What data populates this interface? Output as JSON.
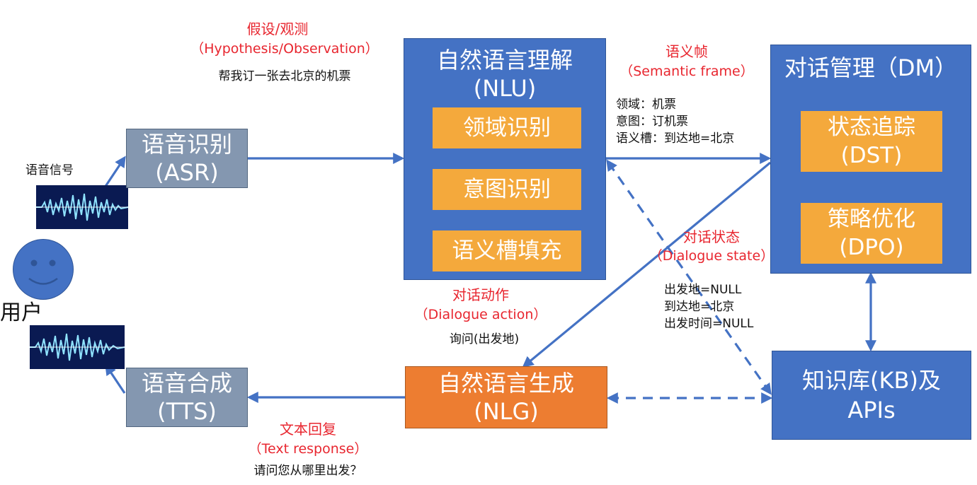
{
  "user": {
    "label": "用户"
  },
  "signal_label": "语音信号",
  "asr": {
    "line1": "语音识别",
    "line2": "(ASR)"
  },
  "tts": {
    "line1": "语音合成",
    "line2": "(TTS)"
  },
  "nlu": {
    "line1": "自然语言理解",
    "line2": "(NLU)",
    "steps": [
      "领域识别",
      "意图识别",
      "语义槽填充"
    ]
  },
  "dm": {
    "title": "对话管理（DM）",
    "dst": {
      "line1": "状态追踪",
      "line2": "(DST)"
    },
    "dpo": {
      "line1": "策略优化",
      "line2": "(DPO)"
    }
  },
  "nlg": {
    "line1": "自然语言生成",
    "line2": "(NLG)"
  },
  "kb": {
    "line1": "知识库(KB)及",
    "line2": "APIs"
  },
  "hypothesis": {
    "title": "假设/观测",
    "subtitle": "（Hypothesis/Observation）",
    "example": "帮我订一张去北京的机票"
  },
  "semantic_frame": {
    "title": "语义帧",
    "subtitle": "（Semantic frame）",
    "lines": [
      "领域：机票",
      "意图：订机票",
      "语义槽：到达地=北京"
    ]
  },
  "dialogue_state": {
    "title": "对话状态",
    "subtitle": "（Dialogue state）",
    "lines": [
      "出发地=NULL",
      "到达地=北京",
      "出发时间=NULL"
    ]
  },
  "dialogue_action": {
    "title": "对话动作",
    "subtitle": "（Dialogue action）",
    "example": "询问(出发地)"
  },
  "text_response": {
    "title": "文本回复",
    "subtitle": "（Text response）",
    "example": "请问您从哪里出发？"
  },
  "colors": {
    "arrow": "#4472c4",
    "module_blue": "#4472c4",
    "module_gray": "#8497b0",
    "sub_orange": "#f4a93c",
    "nlg_orange": "#ed7d31",
    "label_red": "#e8262f"
  }
}
